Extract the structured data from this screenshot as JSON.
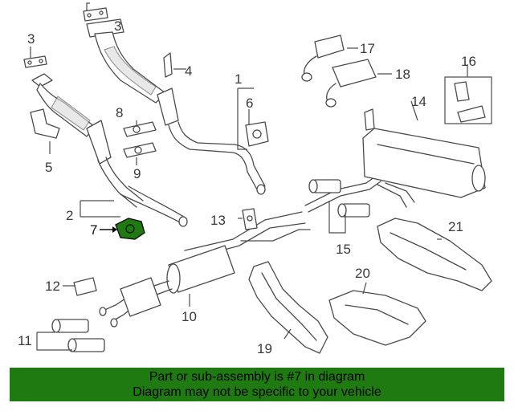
{
  "callouts": {
    "c1": "1",
    "c2": "2",
    "c3a": "3",
    "c3b": "3",
    "c4": "4",
    "c5": "5",
    "c6": "6",
    "c7": "7",
    "c8": "8",
    "c9": "9",
    "c10": "10",
    "c11": "11",
    "c12": "12",
    "c13": "13",
    "c14": "14",
    "c15": "15",
    "c16": "16",
    "c17": "17",
    "c18": "18",
    "c19": "19",
    "c20": "20",
    "c21": "21"
  },
  "highlight_color": "#1f7a12",
  "banner": {
    "line1": "Part or sub-assembly is #7 in diagram",
    "line2": "Diagram may not be specific to your vehicle"
  }
}
